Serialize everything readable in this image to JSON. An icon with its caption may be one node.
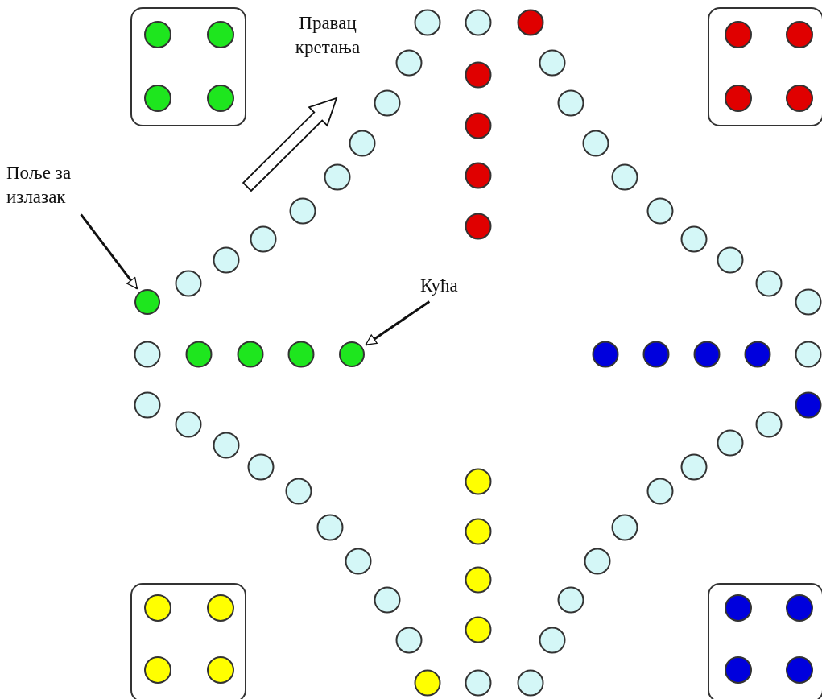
{
  "diagram": {
    "nodes": [
      {
        "text": [
          "Поље за излазак"
        ]
      },
      {
        "text": [
          "Кућа"
        ]
      },
      {
        "text": [],
        "shape": "circle"
      },
      {
        "text": [],
        "shape": "circle"
      }
    ],
    "edges": [
      {
        "from": 0,
        "to": 2,
        "arrow": "to"
      },
      {
        "from": 1,
        "to": 3,
        "arrow": "to"
      }
    ],
    "labels": [
      "Правац кретања"
    ]
  }
}
